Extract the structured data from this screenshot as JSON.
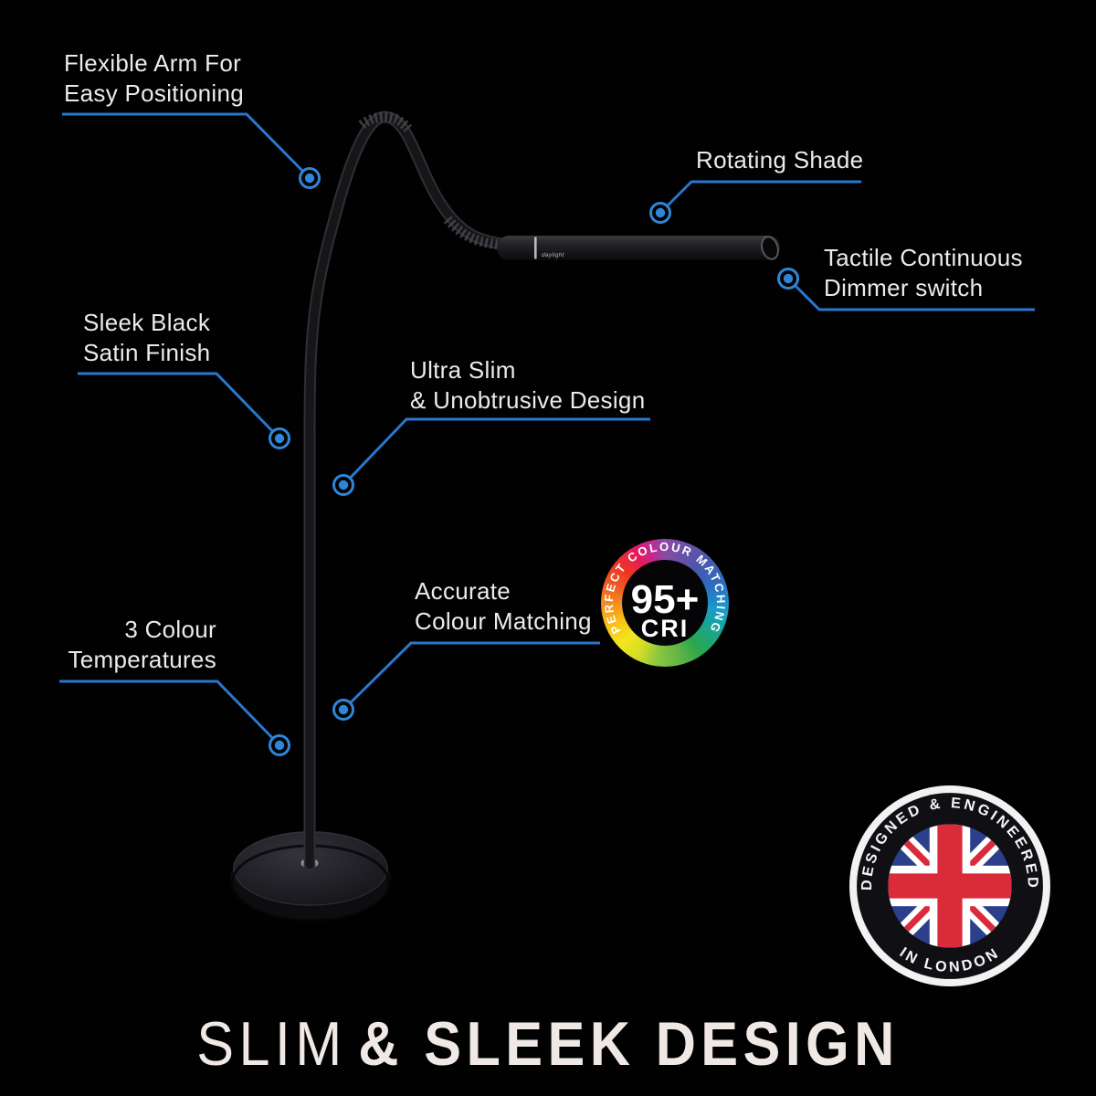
{
  "title": {
    "part1": "SLIM",
    "part2": "& SLEEK DESIGN"
  },
  "colors": {
    "background": "#010102",
    "accent_blue": "#2878cc",
    "label_text": "#ebebeb",
    "title_text": "#efe8e4",
    "flag_blue": "#2b3f8c",
    "flag_red": "#d92b3a"
  },
  "callouts": [
    {
      "id": "flexible-arm",
      "line1": "Flexible Arm For",
      "line2": "Easy Positioning"
    },
    {
      "id": "rotating-shade",
      "line1": "Rotating Shade"
    },
    {
      "id": "dimmer-switch",
      "line1": "Tactile Continuous",
      "line2": "Dimmer switch"
    },
    {
      "id": "satin-finish",
      "line1": "Sleek Black",
      "line2": "Satin Finish"
    },
    {
      "id": "ultra-slim",
      "line1": "Ultra Slim",
      "line2": "& Unobtrusive Design"
    },
    {
      "id": "colour-matching",
      "line1": "Accurate",
      "line2": "Colour Matching"
    },
    {
      "id": "colour-temps",
      "line1": "3 Colour",
      "line2": "Temperatures"
    }
  ],
  "cri_badge": {
    "ring_text": "PERFECT COLOUR MATCHING",
    "value": "95+",
    "unit": "CRI"
  },
  "london_badge": {
    "arc_top": "DESIGNED & ENGINEERED",
    "arc_bottom": "IN LONDON"
  },
  "lamp": {
    "brand": "daylight"
  }
}
